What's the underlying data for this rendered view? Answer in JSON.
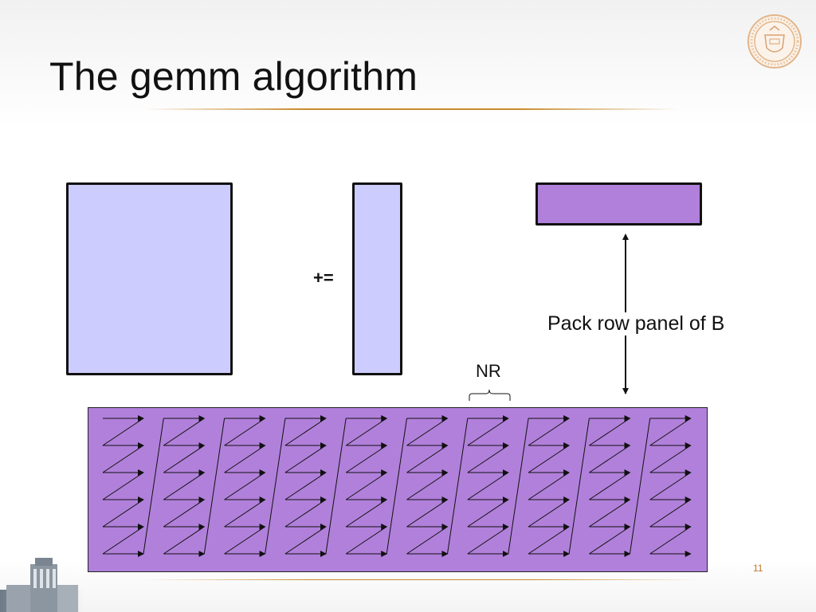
{
  "slide": {
    "title": "The gemm algorithm",
    "page_number": "11"
  },
  "diagram": {
    "operator": "+=",
    "pack_label": "Pack row panel of B",
    "nr_label": "NR",
    "packed_buffer": {
      "column_panels": 10,
      "rows_per_panel": 6
    }
  },
  "colors": {
    "matrix_light": "#ccccfe",
    "packed_purple": "#b180db",
    "rule_gold": "#c88a2c",
    "outline": "#111111"
  },
  "icons": {
    "logo": "university-seal-icon",
    "building": "campus-tower-icon"
  }
}
